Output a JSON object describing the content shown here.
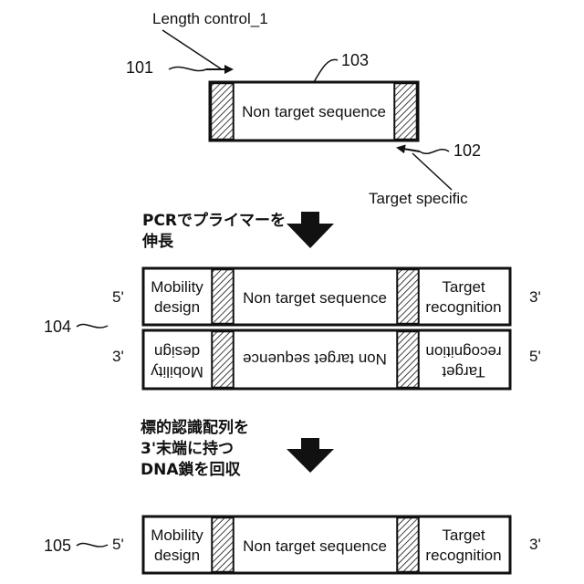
{
  "top": {
    "length_control": "Length control_1",
    "label_101": "101",
    "label_103": "103",
    "label_102": "102",
    "non_target": "Non target sequence",
    "target_specific": "Target specific"
  },
  "step1": {
    "line1": "PCRでプライマーを",
    "line2": "伸長"
  },
  "duplex": {
    "label_104": "104",
    "upper_5": "5'",
    "upper_3": "3'",
    "lower_3": "3'",
    "lower_5": "5'",
    "mobility_1": "Mobility",
    "mobility_2": "design",
    "non_target": "Non target sequence",
    "target_1": "Target",
    "target_2": "recognition"
  },
  "step2": {
    "line1": "標的認識配列を",
    "line2": "3'末端に持つ",
    "line3": "DNA鎖を回収"
  },
  "final": {
    "label_105": "105",
    "end_5": "5'",
    "end_3": "3'",
    "mobility_1": "Mobility",
    "mobility_2": "design",
    "non_target": "Non target sequence",
    "target_1": "Target",
    "target_2": "recognition"
  }
}
